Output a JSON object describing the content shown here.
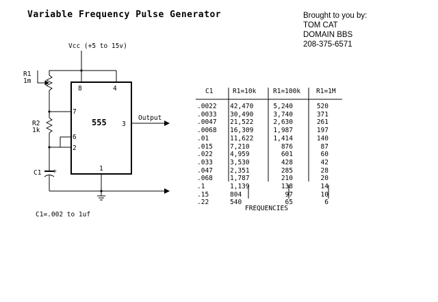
{
  "title": "Variable Frequency Pulse Generator",
  "credits": [
    "Brought to you by:",
    "TOM CAT",
    "DOMAIN BBS",
    "208-375-6571"
  ],
  "schematic": {
    "vcc_label": "Vcc (+5 to 15v)",
    "r1_label": "R1",
    "r1_value": "1m",
    "r2_label": "R2",
    "r2_value": "1k",
    "c1_label": "C1",
    "c1_plus": "+",
    "chip_label": "555",
    "pin8": "8",
    "pin4": "4",
    "pin7": "7",
    "pin6": "6",
    "pin2": "2",
    "pin3": "3",
    "pin1": "1",
    "output_label": "Output",
    "c1_range": "C1=.002 to 1uf"
  },
  "table": {
    "headers": [
      "C1",
      "R1=10k",
      "R1=100k",
      "R1=1M"
    ],
    "rows": [
      [
        ".0022",
        "42,470",
        "5,240",
        "520"
      ],
      [
        ".0033",
        "30,490",
        "3,740",
        "371"
      ],
      [
        ".0047",
        "21,522",
        "2,630",
        "261"
      ],
      [
        ".0068",
        "16,309",
        "1,987",
        "197"
      ],
      [
        ".01",
        "11,622",
        "1,414",
        "140"
      ],
      [
        ".015",
        "7,210",
        "876",
        "87"
      ],
      [
        ".022",
        "4,959",
        "601",
        "60"
      ],
      [
        ".033",
        "3,530",
        "428",
        "42"
      ],
      [
        ".047",
        "2,351",
        "285",
        "28"
      ],
      [
        ".068",
        "1,787",
        "210",
        "20"
      ],
      [
        ".1",
        "1,139",
        "138",
        "14"
      ],
      [
        ".15",
        "804",
        "97",
        "10"
      ],
      [
        ".22",
        "540",
        "65",
        "6"
      ]
    ],
    "footer": "FREQUENCIES"
  }
}
